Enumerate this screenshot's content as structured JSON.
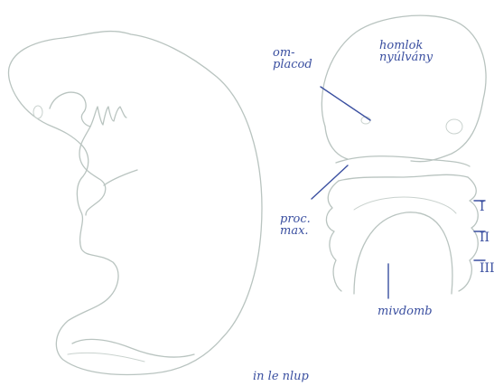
{
  "labels": {
    "omphaloid": "om-\nplacod",
    "head_fold": "homlok\nnyúlvány",
    "process": "proc.\nmax.",
    "arches": "I\nII\nIII",
    "midbrain": "mivdomb",
    "bottom_caption": "in le nlup"
  },
  "colors": {
    "ink": "#3a4fa0",
    "pencil": "#b9c4c0"
  }
}
